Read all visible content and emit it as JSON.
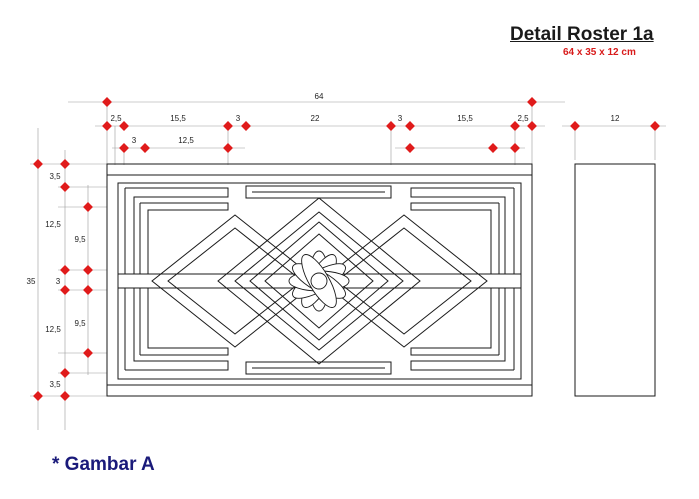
{
  "header": {
    "title": "Detail Roster 1a",
    "size": "64 x 35 x 12 cm"
  },
  "caption": "* Gambar A",
  "colors": {
    "marker": "#e01b1b",
    "line": "#1a1a1a",
    "caption": "#1a1a7a",
    "subtitle": "#d81a1a"
  },
  "dimensions": {
    "overall_width": "64",
    "top_row": [
      "2,5",
      "15,5",
      "3",
      "22",
      "3",
      "15,5",
      "2,5"
    ],
    "second_row": [
      "3",
      "12,5"
    ],
    "depth": "12",
    "overall_height": "35",
    "left_outer": [
      "3,5",
      "12,5",
      "3",
      "12,5",
      "3,5"
    ],
    "left_inner": [
      "9,5",
      "9,5"
    ]
  }
}
